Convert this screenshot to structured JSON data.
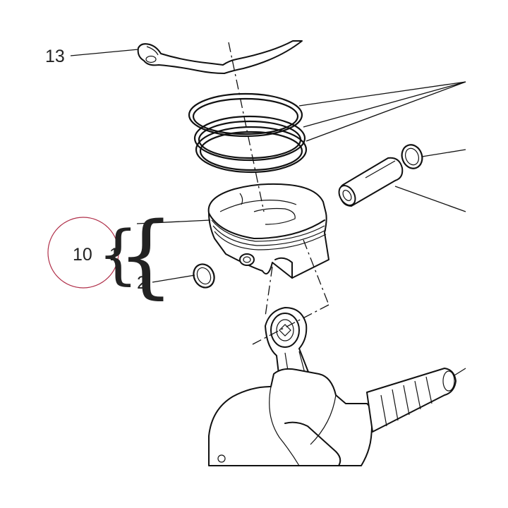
{
  "callouts": {
    "gasket": "13",
    "piston_kit": "10",
    "piston": "1",
    "circlip": "2"
  },
  "colors": {
    "line": "#111111",
    "highlight_circle": "#b0304a",
    "background": "#ffffff"
  }
}
